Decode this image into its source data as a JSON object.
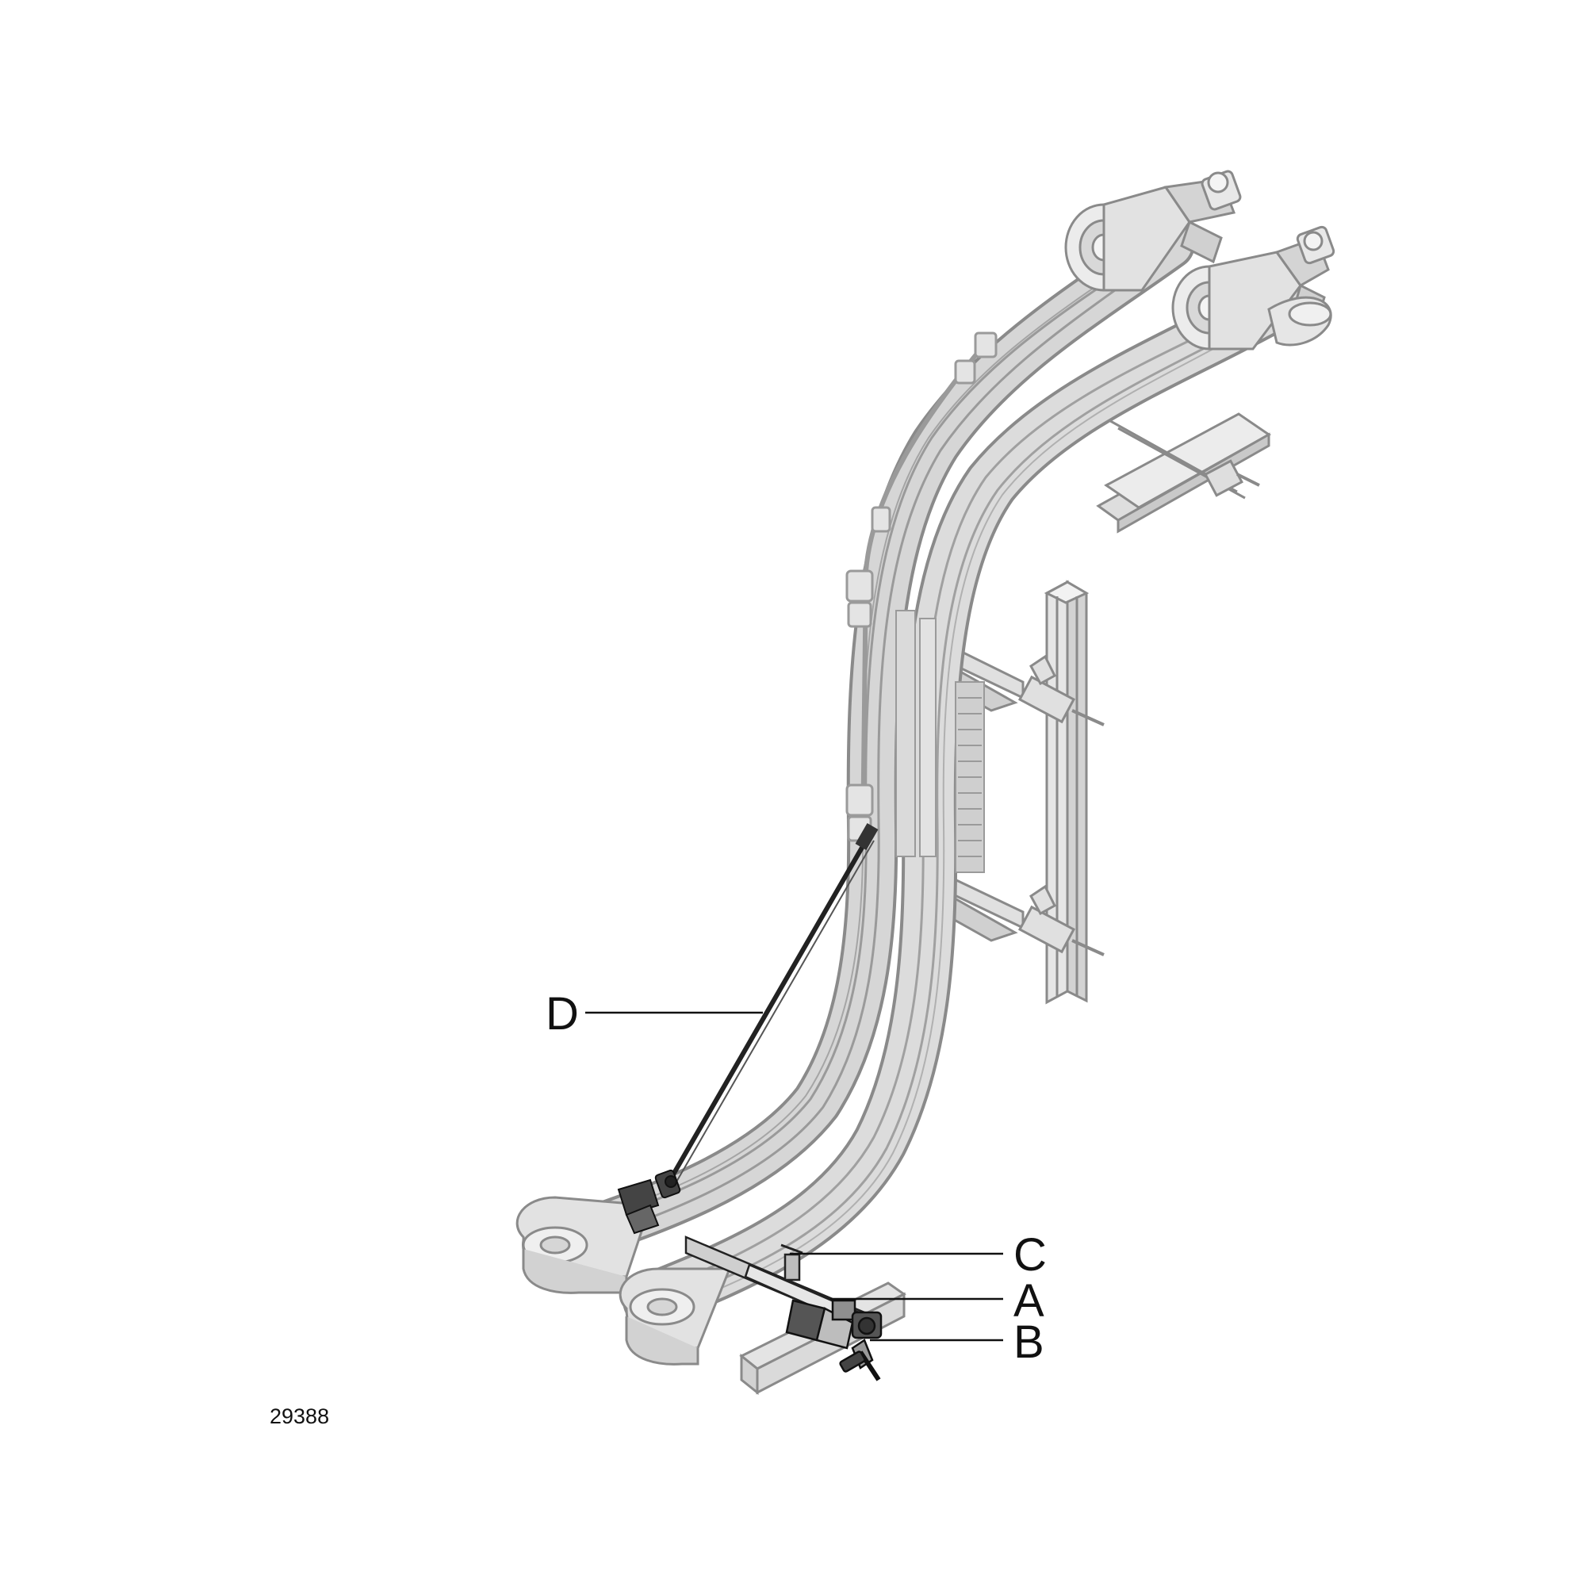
{
  "figure": {
    "number": "29388",
    "callouts": [
      {
        "id": "D",
        "label": "D"
      },
      {
        "id": "C",
        "label": "C"
      },
      {
        "id": "A",
        "label": "A"
      },
      {
        "id": "B",
        "label": "B"
      }
    ]
  },
  "colors": {
    "conveyor_gray": "#a8a8a8",
    "conveyor_outline": "#8a8a8a",
    "highlight_dark": "#222222",
    "background": "#ffffff"
  }
}
